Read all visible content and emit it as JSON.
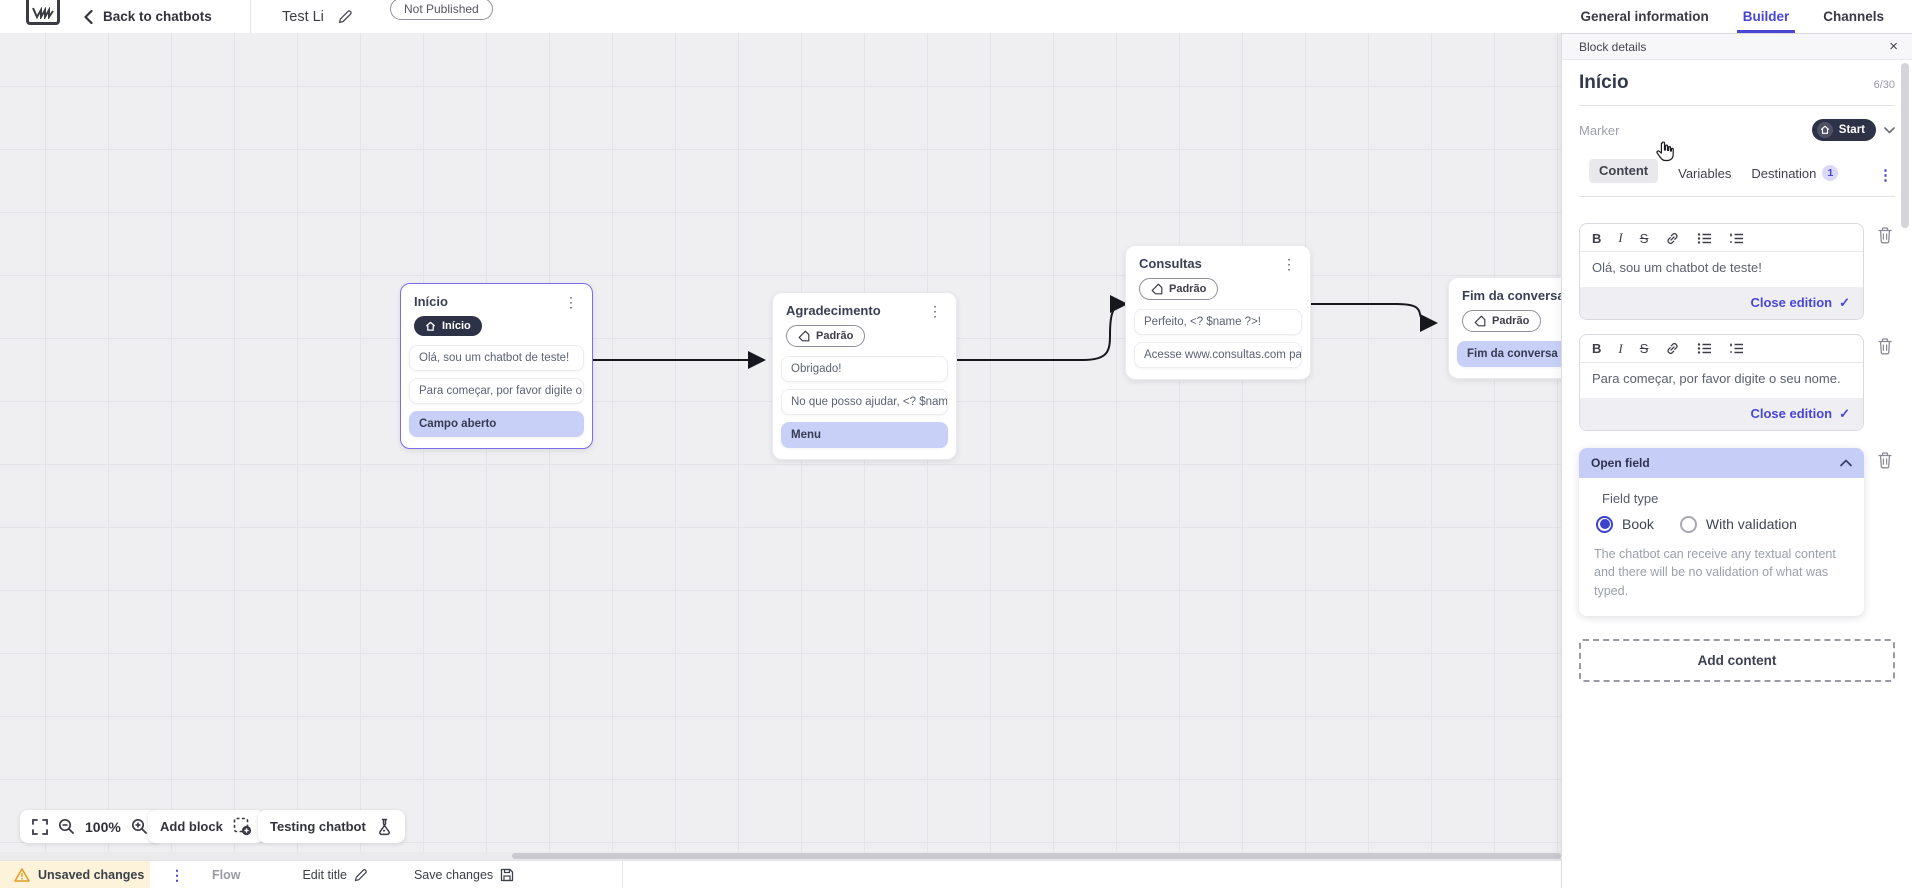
{
  "glyphs": {
    "kebab": "⋮",
    "close": "×",
    "check": "✓"
  },
  "colors": {
    "accent_indigo": "#4946d6",
    "dark_pill": "#2e3247",
    "selected_card": "#c9d0f8",
    "open_field_header": "#c6cdf6",
    "canvas_bg": "#efeff1",
    "warning_bg": "#fcf3da",
    "selected_block_border": "#7b6cf0"
  },
  "topbar": {
    "back_label": "Back to chatbots",
    "title": "Test Li",
    "status_badge": "Not Published",
    "tabs": [
      {
        "label": "General information",
        "active": false
      },
      {
        "label": "Builder",
        "active": true
      },
      {
        "label": "Channels",
        "active": false
      }
    ]
  },
  "canvas": {
    "blocks": [
      {
        "title": "Início",
        "marker": {
          "label": "Início",
          "icon": "home"
        },
        "cards": [
          {
            "text": "Olá, sou um chatbot de teste!"
          },
          {
            "text": "Para começar, por favor digite o ..."
          },
          {
            "text": "Campo aberto",
            "selected": true
          }
        ]
      },
      {
        "title": "Agradecimento",
        "marker": {
          "label": "Padrão",
          "icon": "tag"
        },
        "cards": [
          {
            "text": "Obrigado!"
          },
          {
            "text": "No que posso ajudar, <? $name ..."
          },
          {
            "text": "Menu",
            "selected": true
          }
        ]
      },
      {
        "title": "Consultas",
        "marker": {
          "label": "Padrão",
          "icon": "tag"
        },
        "cards": [
          {
            "text": "Perfeito, <? $name ?>!"
          },
          {
            "text": "Acesse www.consultas.com par..."
          }
        ]
      },
      {
        "title": "Fim da conversa",
        "marker": {
          "label": "Padrão",
          "icon": "tag"
        },
        "cards": [
          {
            "text": "Fim da conversa",
            "selected": true
          }
        ]
      }
    ],
    "controls": {
      "zoom_level": "100%",
      "add_block_label": "Add block",
      "testing_label": "Testing chatbot"
    }
  },
  "statusbar": {
    "unsaved_label": "Unsaved changes",
    "flow_label": "Flow",
    "edit_title_label": "Edit title",
    "save_label": "Save changes"
  },
  "panel": {
    "header": "Block details",
    "block_name": "Início",
    "name_counter": "6/30",
    "marker_label": "Marker",
    "marker_value": "Start",
    "tabs": [
      {
        "label": "Content",
        "active": true
      },
      {
        "label": "Variables",
        "active": false
      },
      {
        "label": "Destination",
        "active": false,
        "badge": "1"
      }
    ],
    "editor_toolbar": {
      "bold": "B",
      "italic": "I",
      "strikethrough": "S"
    },
    "editors": [
      {
        "text": "Olá, sou um chatbot de teste!",
        "close_label": "Close edition"
      },
      {
        "text": "Para começar, por favor digite o seu nome.",
        "close_label": "Close edition"
      }
    ],
    "open_field": {
      "title": "Open field",
      "field_type_label": "Field type",
      "options": [
        {
          "label": "Book",
          "selected": true
        },
        {
          "label": "With validation",
          "selected": false
        }
      ],
      "description": "The chatbot can receive any textual content and there will be no validation of what was typed."
    },
    "add_content_label": "Add content"
  }
}
